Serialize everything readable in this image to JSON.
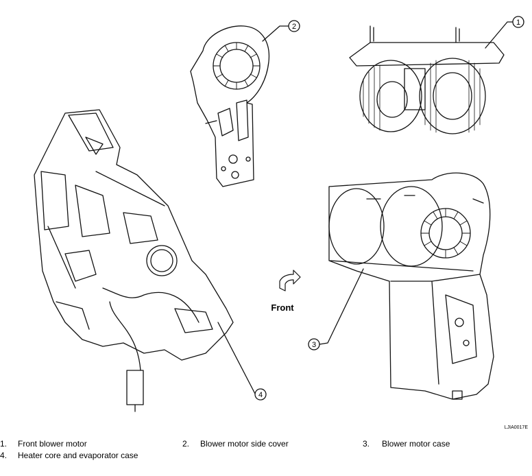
{
  "callouts": [
    "1",
    "2",
    "3",
    "4"
  ],
  "front_label": "Front",
  "figure_code": "LJIA0017E",
  "legend": [
    {
      "num": "1.",
      "text": "Front blower motor"
    },
    {
      "num": "2.",
      "text": "Blower motor side cover"
    },
    {
      "num": "3.",
      "text": "Blower motor case"
    },
    {
      "num": "4.",
      "text": "Heater core and evaporator case"
    }
  ]
}
